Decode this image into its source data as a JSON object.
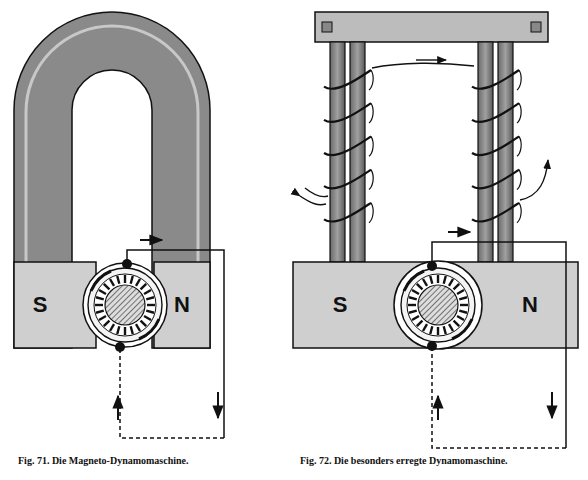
{
  "diagram": {
    "labels": [
      "S",
      "N",
      "Fig. 71. Die Magneto-Dynamomaschine.",
      "S",
      "N",
      "Fig. 72. Die besonders erregte Dynamomaschine."
    ]
  }
}
